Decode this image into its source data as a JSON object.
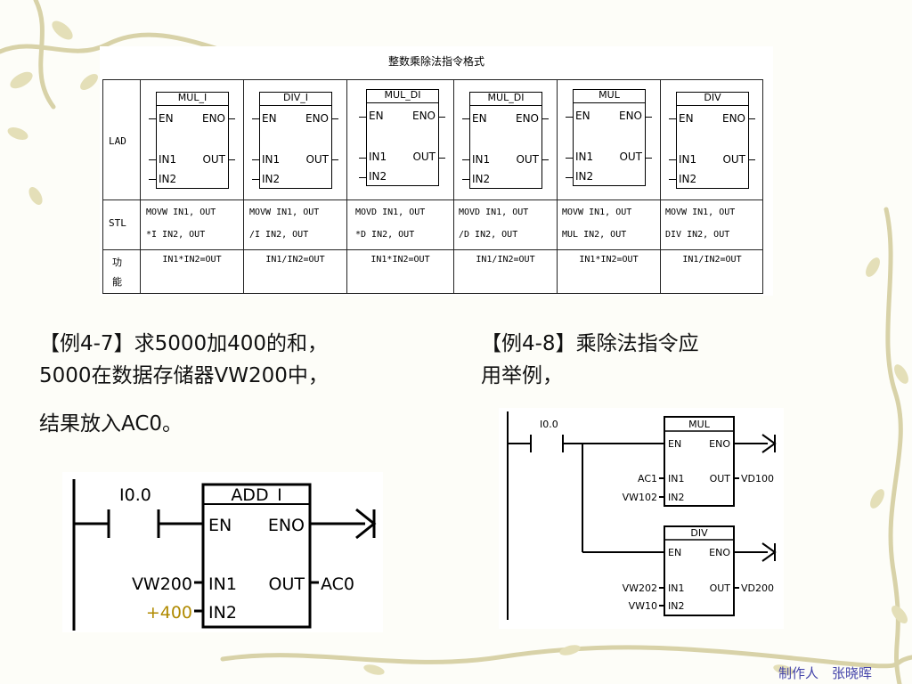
{
  "table": {
    "title": "整数乘除法指令格式",
    "row_labels": {
      "lad": "LAD",
      "stl": "STL",
      "func_line1": "功",
      "func_line2": "能"
    },
    "columns": [
      {
        "box": "MUL_I",
        "stl1": "MOVW IN1, OUT",
        "stl2": "*I IN2, OUT",
        "func": "IN1*IN2=OUT"
      },
      {
        "box": "DIV_I",
        "stl1": "MOVW IN1, OUT",
        "stl2": "/I IN2, OUT",
        "func": "IN1/IN2=OUT"
      },
      {
        "box": "MUL_DI",
        "stl1": "MOVD IN1, OUT",
        "stl2": "*D IN2, OUT",
        "func": "IN1*IN2=OUT"
      },
      {
        "box": "MUL_DI",
        "stl1": "MOVD IN1, OUT",
        "stl2": "/D IN2, OUT",
        "func": "IN1/IN2=OUT"
      },
      {
        "box": "MUL",
        "stl1": "MOVW IN1, OUT",
        "stl2": "MUL IN2, OUT",
        "func": "IN1*IN2=OUT"
      },
      {
        "box": "DIV",
        "stl1": "MOVW IN1, OUT",
        "stl2": "DIV IN2, OUT",
        "func": "IN1/IN2=OUT"
      }
    ],
    "pins": {
      "en": "EN",
      "eno": "ENO",
      "in1": "IN1",
      "in2": "IN2",
      "out": "OUT"
    }
  },
  "example_7": {
    "line1": "【例4-7】求5000加400的和，",
    "line2": "5000在数据存储器VW200中，",
    "line3": "结果放入AC0。"
  },
  "example_8": {
    "line1": "【例4-8】乘除法指令应",
    "line2": "用举例，"
  },
  "diagram_left": {
    "contact": "I0.0",
    "box": "ADD_I",
    "en": "EN",
    "eno": "ENO",
    "in1": "IN1",
    "in2": "IN2",
    "out": "OUT",
    "in1_value": "VW200",
    "in2_value": "+400",
    "out_value": "AC0",
    "in2_color": "#b08a00"
  },
  "diagram_right": {
    "contact": "I0.0",
    "box1": {
      "name": "MUL",
      "in1_value": "AC1",
      "in2_value": "VW102",
      "out_value": "VD100"
    },
    "box2": {
      "name": "DIV",
      "in1_value": "VW202",
      "in2_value": "VW10",
      "out_value": "VD200"
    },
    "en": "EN",
    "eno": "ENO",
    "in1": "IN1",
    "in2": "IN2",
    "out": "OUT"
  },
  "footer": "制作人　张晓晖",
  "colors": {
    "vine": "#c9c08a",
    "footer_text": "#4444aa"
  }
}
